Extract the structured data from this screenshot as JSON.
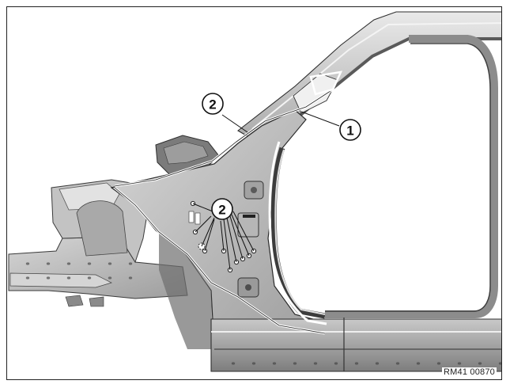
{
  "figure": {
    "reference_code": "RM41 00870",
    "callouts": [
      {
        "id": "callout-1",
        "label": "1"
      },
      {
        "id": "callout-2-upper",
        "label": "2"
      },
      {
        "id": "callout-2-center",
        "label": "2"
      }
    ]
  },
  "colors": {
    "metal_light": "#e4e4e4",
    "metal_mid": "#b9b9b9",
    "metal_dark": "#6c6c6c",
    "metal_shadow": "#3a3a3a",
    "outline": "#1a1a1a",
    "seal_marker": "#ffffff"
  }
}
